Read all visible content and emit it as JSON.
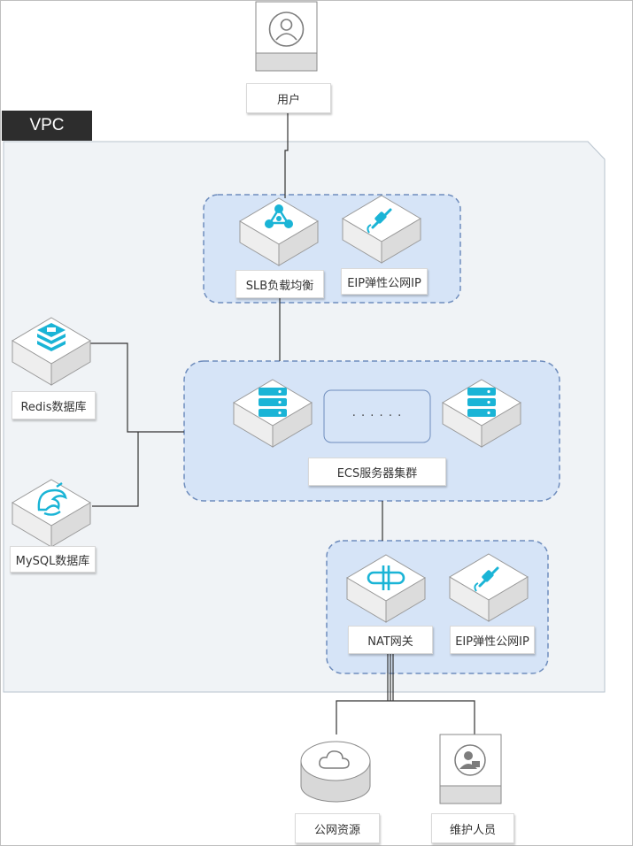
{
  "vpc_label": "VPC",
  "nodes": {
    "user": "用户",
    "slb": "SLB负载均衡",
    "eip_top": "EIP弹性公网IP",
    "redis": "Redis数据库",
    "mysql": "MySQL数据库",
    "ecs_cluster": "ECS服务器集群",
    "ecs_placeholder": "· · · · · ·",
    "nat": "NAT网关",
    "eip_bottom": "EIP弹性公网IP",
    "public_resources": "公网资源",
    "maintainer": "维护人员"
  },
  "colors": {
    "vpc_fill": "#f0f3f6",
    "group_fill": "#d6e4f7",
    "group_border": "#6f8dbd",
    "icon_cyan": "#1ab4d6",
    "vpc_tag": "#2d2d2d"
  },
  "icons": {
    "user": "user-icon",
    "slb": "load-balancer-icon",
    "eip": "plug-icon",
    "redis": "redis-icon",
    "mysql": "mysql-dolphin-icon",
    "ecs": "server-icon",
    "nat": "nat-gateway-icon",
    "public": "cloud-icon",
    "maintainer": "admin-user-icon"
  }
}
